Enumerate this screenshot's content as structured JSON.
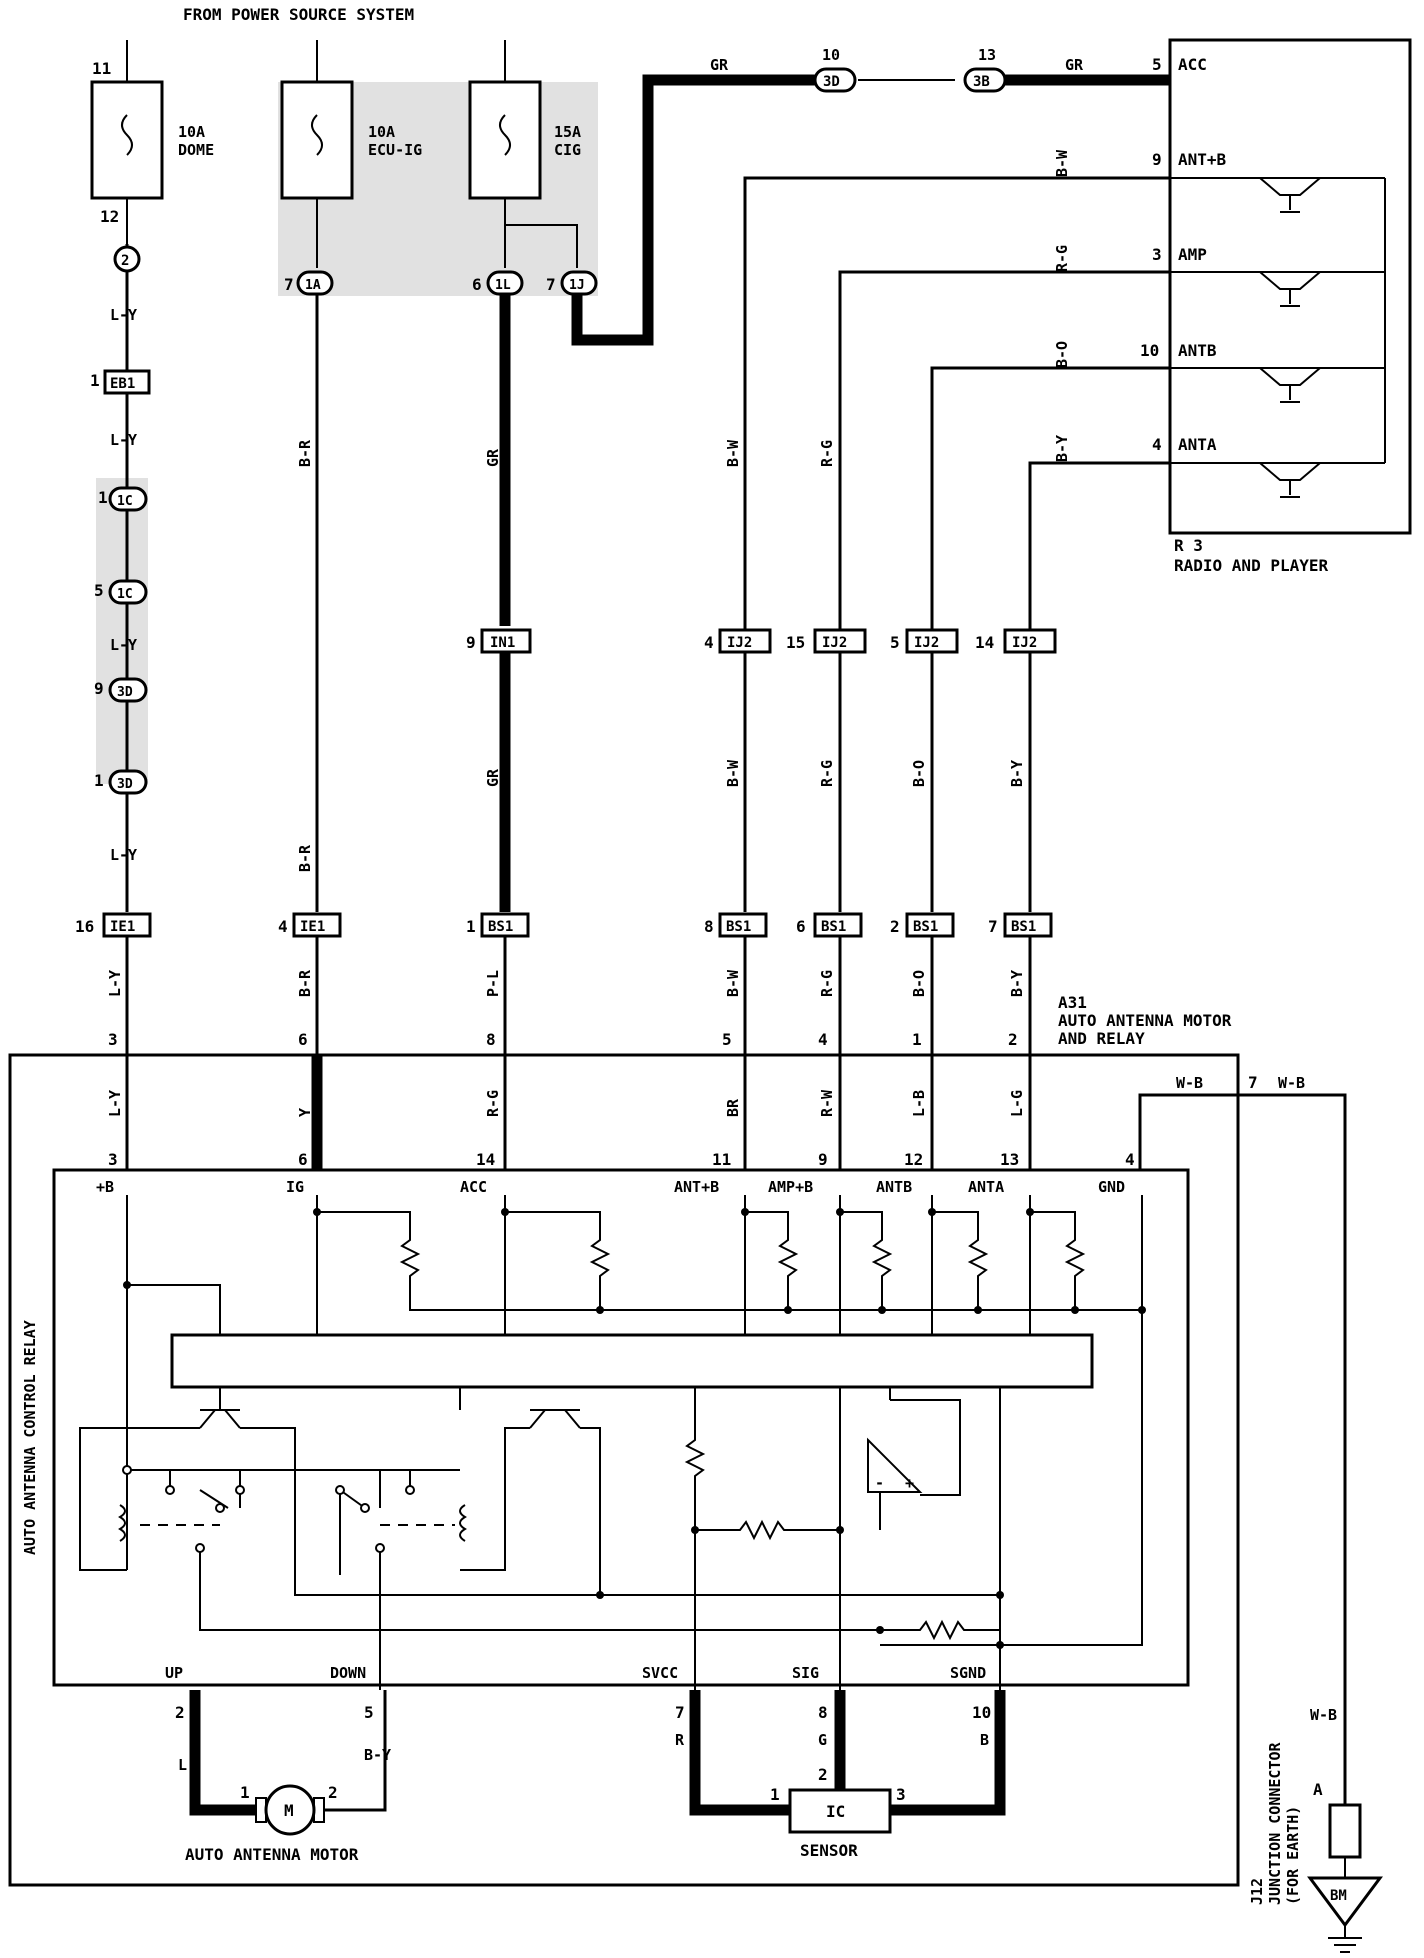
{
  "header": {
    "power_source": "FROM POWER SOURCE SYSTEM"
  },
  "fuses": [
    {
      "id": "dome",
      "in_pin": "11",
      "out_pin": "12",
      "rating": "10A",
      "name": "DOME"
    },
    {
      "id": "ecu",
      "rating": "10A",
      "name": "ECU-IG"
    },
    {
      "id": "cig",
      "rating": "15A",
      "name": "CIG"
    }
  ],
  "radio": {
    "code": "R 3",
    "name": "RADIO AND PLAYER",
    "pins": [
      {
        "num": "5",
        "label": "ACC",
        "wire": "GR"
      },
      {
        "num": "9",
        "label": "ANT+B",
        "wire": "B-W"
      },
      {
        "num": "3",
        "label": "AMP",
        "wire": "R-G"
      },
      {
        "num": "10",
        "label": "ANTB",
        "wire": "B-O"
      },
      {
        "num": "4",
        "label": "ANTA",
        "wire": "B-Y"
      }
    ]
  },
  "acc_link": {
    "conn1_pin": "10",
    "conn1_id": "3D",
    "conn2_pin": "13",
    "conn2_id": "3B"
  },
  "dome_line": {
    "junctions": [
      {
        "pin": "",
        "id": "2"
      },
      {
        "pin": "1",
        "id": "1C"
      },
      {
        "pin": "5",
        "id": "1C"
      },
      {
        "pin": "9",
        "id": "3D"
      },
      {
        "pin": "1",
        "id": "3D"
      }
    ],
    "wire": "L-Y"
  },
  "top_junctions": [
    {
      "pin": "7",
      "id": "1A"
    },
    {
      "pin": "6",
      "id": "1L"
    },
    {
      "pin": "7",
      "id": "1J"
    }
  ],
  "connectors": {
    "eb1": {
      "pin": "1",
      "id": "EB1"
    },
    "in1": {
      "pin": "9",
      "id": "IN1"
    },
    "ij2": [
      {
        "pin": "4",
        "id": "IJ2"
      },
      {
        "pin": "15",
        "id": "IJ2"
      },
      {
        "pin": "5",
        "id": "IJ2"
      },
      {
        "pin": "14",
        "id": "IJ2"
      }
    ],
    "lower": [
      {
        "pin": "16",
        "id": "IE1"
      },
      {
        "pin": "4",
        "id": "IE1"
      },
      {
        "pin": "1",
        "id": "BS1"
      },
      {
        "pin": "8",
        "id": "BS1"
      },
      {
        "pin": "6",
        "id": "BS1"
      },
      {
        "pin": "2",
        "id": "BS1"
      },
      {
        "pin": "7",
        "id": "BS1"
      }
    ]
  },
  "wire_labels": {
    "upper": [
      "L-Y",
      "B-R",
      "GR",
      "GR",
      "B-W",
      "R-G",
      "B-O",
      "B-Y"
    ],
    "mid": [
      "L-Y",
      "L-Y",
      "B-R",
      "GR",
      "B-W",
      "R-G",
      "B-O",
      "B-Y"
    ],
    "lower": [
      "L-Y",
      "B-R",
      "P-L",
      "B-W",
      "R-G",
      "B-O",
      "B-Y"
    ],
    "inside": [
      "L-Y",
      "Y",
      "R-G",
      "BR",
      "R-W",
      "L-B",
      "L-G"
    ]
  },
  "relay_pins_outer": [
    "3",
    "6",
    "8",
    "5",
    "4",
    "1",
    "2"
  ],
  "relay_pins_inner": [
    "3",
    "6",
    "14",
    "11",
    "9",
    "12",
    "13",
    "4"
  ],
  "relay_terminals": [
    "+B",
    "IG",
    "ACC",
    "ANT+B",
    "AMP+B",
    "ANTB",
    "ANTA",
    "GND"
  ],
  "a31": {
    "code": "A31",
    "line1": "AUTO ANTENNA MOTOR",
    "line2": "AND RELAY"
  },
  "control_relay_label": "AUTO ANTENNA CONTROL RELAY",
  "ground": {
    "wire": "W-B",
    "pin": "7",
    "conn": "A",
    "code": "J12",
    "line1": "JUNCTION CONNECTOR",
    "line2": "(FOR EARTH)",
    "symbol": "BM"
  },
  "bottom": {
    "up": "UP",
    "down": "DOWN",
    "svcc": "SVCC",
    "sig": "SIG",
    "sgnd": "SGND",
    "pins": [
      "2",
      "5",
      "7",
      "8",
      "10"
    ],
    "wires": [
      "L",
      "B-Y",
      "R",
      "G",
      "B"
    ]
  },
  "motor": {
    "symbol": "M",
    "pin1": "1",
    "pin2": "2",
    "name": "AUTO ANTENNA MOTOR"
  },
  "sensor": {
    "symbol": "IC",
    "pin1": "1",
    "pin2": "2",
    "pin3": "3",
    "name": "SENSOR"
  },
  "opamp": {
    "minus": "-",
    "plus": "+"
  }
}
